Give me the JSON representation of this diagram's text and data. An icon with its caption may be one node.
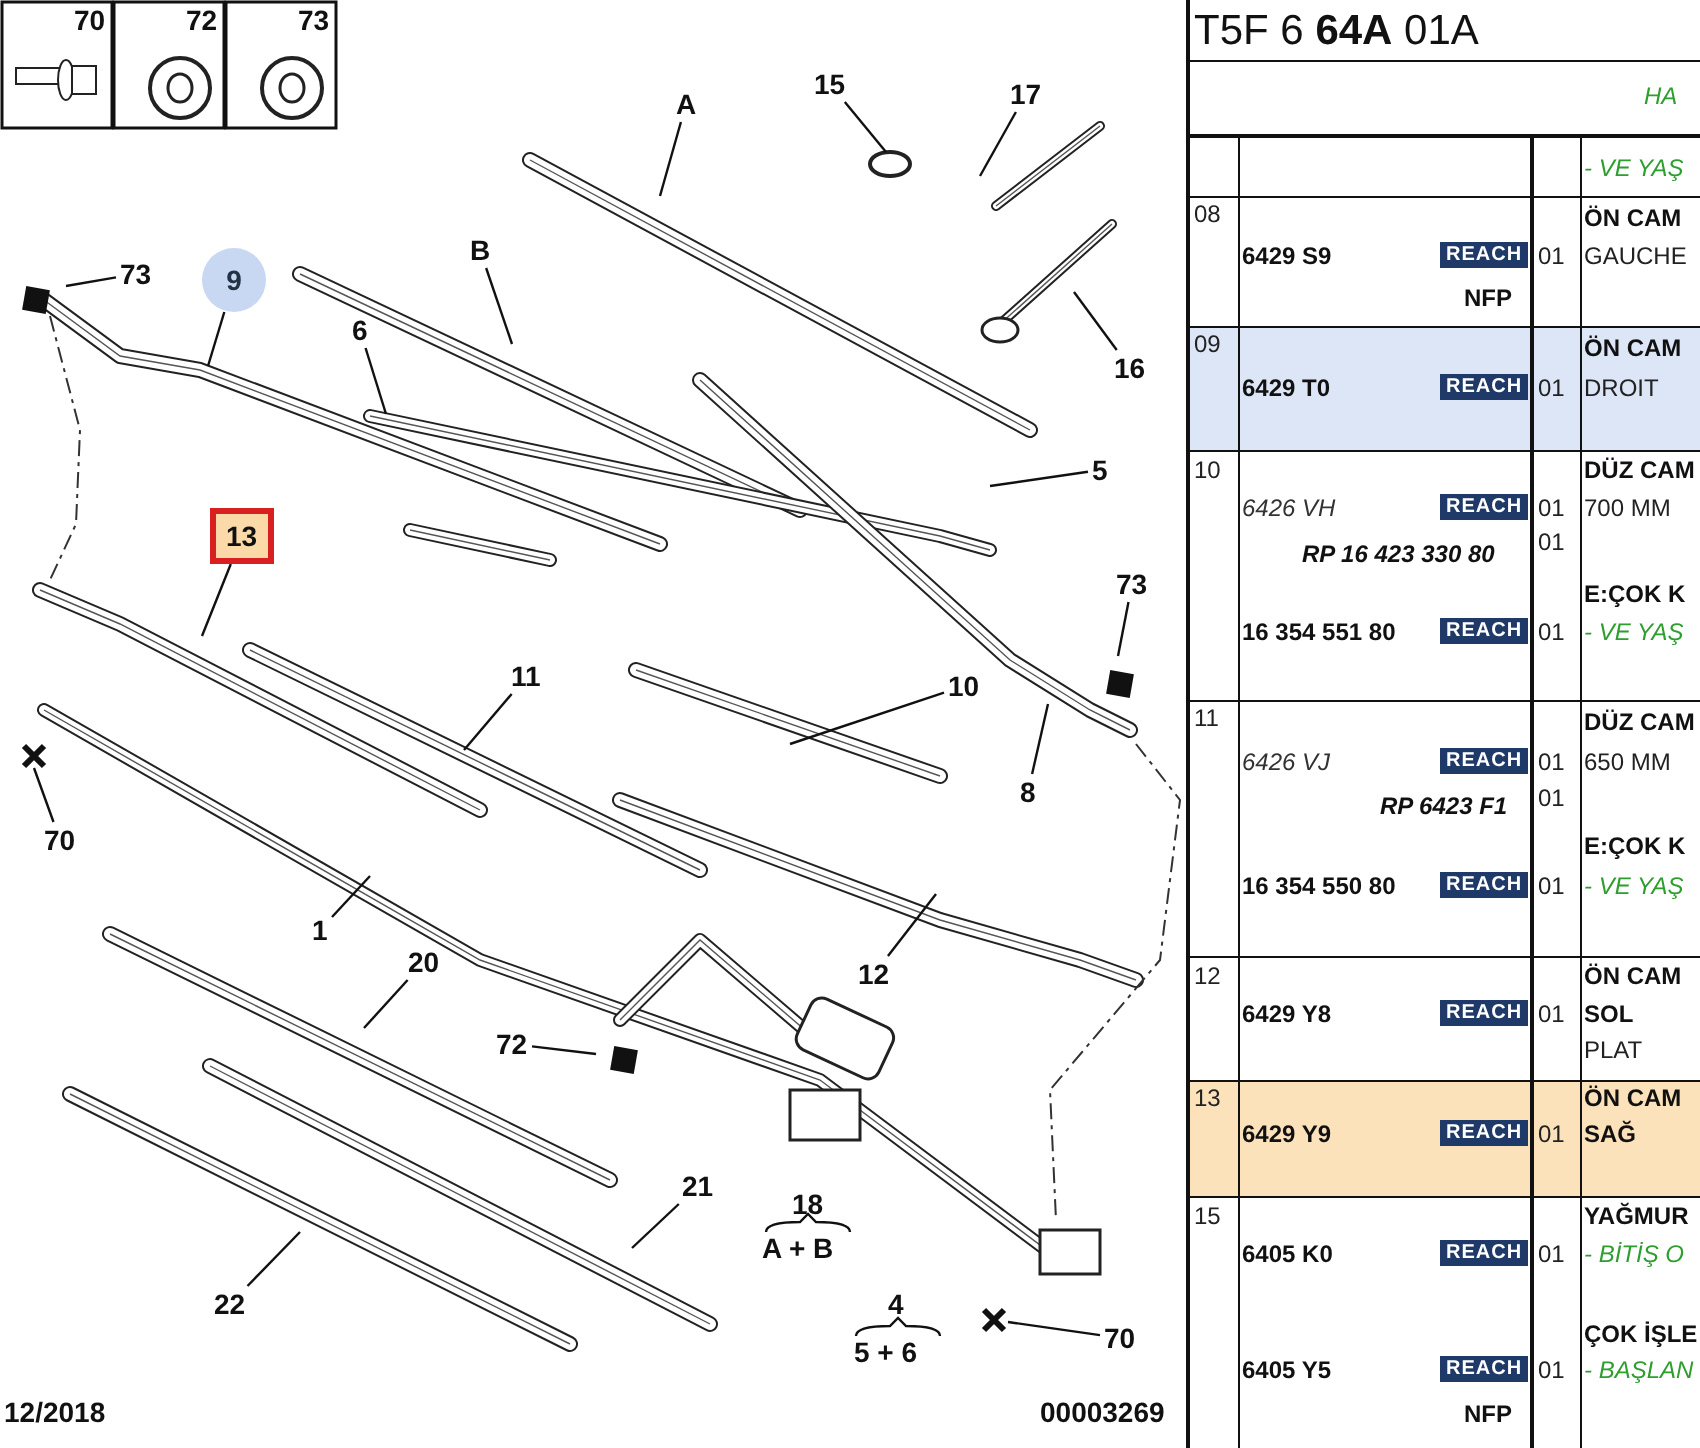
{
  "diagram": {
    "nodes": [
      {
        "text": [
          "A"
        ]
      },
      {
        "text": [
          "15"
        ]
      },
      {
        "text": [
          "17"
        ]
      },
      {
        "text": [
          "B"
        ]
      },
      {
        "text": [
          "73"
        ]
      },
      {
        "text": [
          "9"
        ]
      },
      {
        "text": [
          "6"
        ]
      },
      {
        "text": [
          "16"
        ]
      },
      {
        "text": [
          "5"
        ]
      },
      {
        "text": [
          "13"
        ]
      },
      {
        "text": [
          "73"
        ]
      },
      {
        "text": [
          "10"
        ]
      },
      {
        "text": [
          "11"
        ]
      },
      {
        "text": [
          "8"
        ]
      },
      {
        "text": [
          "70"
        ]
      },
      {
        "text": [
          "1"
        ]
      },
      {
        "text": [
          "12"
        ]
      },
      {
        "text": [
          "20"
        ]
      },
      {
        "text": [
          "72"
        ]
      },
      {
        "text": [
          "21"
        ]
      },
      {
        "text": [
          "22"
        ]
      },
      {
        "text": [
          "70"
        ]
      }
    ],
    "edges": [
      {
        "from": 0,
        "to": null,
        "arrow": "none"
      },
      {
        "from": 1,
        "to": null,
        "arrow": "none"
      },
      {
        "from": 2,
        "to": null,
        "arrow": "none"
      },
      {
        "from": 3,
        "to": null,
        "arrow": "none"
      },
      {
        "from": 4,
        "to": null,
        "arrow": "none"
      },
      {
        "from": 5,
        "to": null,
        "arrow": "none"
      },
      {
        "from": 6,
        "to": null,
        "arrow": "none"
      },
      {
        "from": 7,
        "to": null,
        "arrow": "none"
      },
      {
        "from": 8,
        "to": null,
        "arrow": "none"
      },
      {
        "from": 9,
        "to": null,
        "arrow": "none"
      },
      {
        "from": 10,
        "to": null,
        "arrow": "none"
      },
      {
        "from": 11,
        "to": null,
        "arrow": "none"
      },
      {
        "from": 12,
        "to": null,
        "arrow": "none"
      },
      {
        "from": 13,
        "to": null,
        "arrow": "none"
      },
      {
        "from": 14,
        "to": null,
        "arrow": "none"
      },
      {
        "from": 15,
        "to": null,
        "arrow": "none"
      },
      {
        "from": 16,
        "to": null,
        "arrow": "none"
      },
      {
        "from": 17,
        "to": null,
        "arrow": "none"
      },
      {
        "from": 18,
        "to": null,
        "arrow": "none"
      },
      {
        "from": 19,
        "to": null,
        "arrow": "none"
      },
      {
        "from": 20,
        "to": null,
        "arrow": "none"
      },
      {
        "from": 21,
        "to": null,
        "arrow": "none"
      }
    ],
    "labels": [
      "70",
      "72",
      "73",
      "18",
      "A + B",
      "4",
      "5 + 6",
      "12/2018",
      "00003269",
      "T5F 6 **64A** 01A",
      "HA",
      "- VE YAŞ",
      "08",
      "ÖN CAM",
      "6429 S9",
      "REACH",
      "01",
      "GAUCHE",
      "NFP",
      "09",
      "ÖN CAM",
      "6429 T0",
      "REACH",
      "01",
      "DROIT",
      "10",
      "DÜZ CAM",
      "6426 VH",
      "REACH",
      "01",
      "700 MM",
      "RP 16 423 330 80",
      "01",
      "E:ÇOK K",
      "16 354 551 80",
      "REACH",
      "01",
      "- VE YAŞ",
      "11",
      "DÜZ CAM",
      "6426 VJ",
      "REACH",
      "01",
      "650 MM",
      "RP 6423 F1",
      "01",
      "E:ÇOK K",
      "16 354 550 80",
      "REACH",
      "01",
      "- VE YAŞ",
      "12",
      "ÖN CAM",
      "6429 Y8",
      "REACH",
      "01",
      "SOL",
      "PLAT",
      "13",
      "ÖN CAM",
      "6429 Y9",
      "REACH",
      "01",
      "SAĞ",
      "15",
      "YAĞMUR",
      "6405 K0",
      "REACH",
      "01",
      "- BİTİŞ O",
      "ÇOK İŞLE",
      "6405 Y5",
      "REACH",
      "01",
      "- BAŞLAN",
      "NFP"
    ]
  }
}
